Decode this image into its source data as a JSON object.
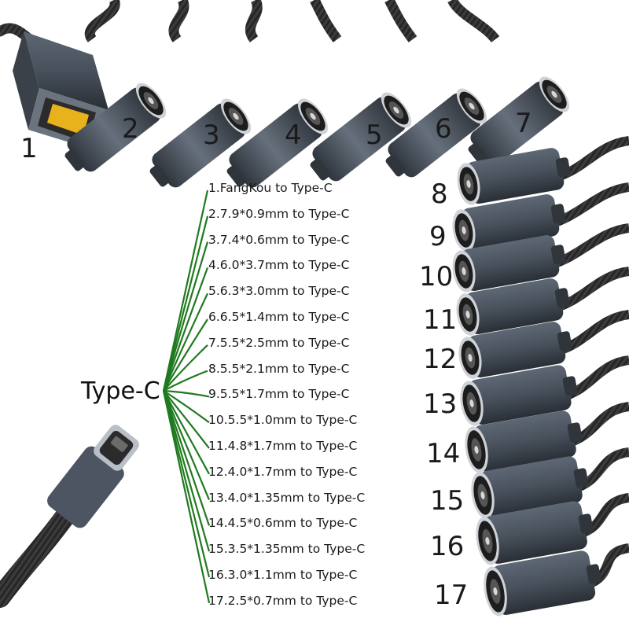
{
  "hub_label": "Type-C",
  "top_numbers": [
    "1",
    "2",
    "3",
    "4",
    "5",
    "6",
    "7"
  ],
  "right_numbers": [
    "8",
    "9",
    "10",
    "11",
    "12",
    "13",
    "14",
    "15",
    "16",
    "17"
  ],
  "adapters": [
    "1.FangKou to Type-C",
    "2.7.9*0.9mm to Type-C",
    "3.7.4*0.6mm to Type-C",
    "4.6.0*3.7mm to Type-C",
    "5.6.3*3.0mm to Type-C",
    "6.6.5*1.4mm to Type-C",
    "7.5.5*2.5mm to Type-C",
    "8.5.5*2.1mm to Type-C",
    "9.5.5*1.7mm to Type-C",
    "10.5.5*1.0mm to Type-C",
    "11.4.8*1.7mm to Type-C",
    "12.4.0*1.7mm to Type-C",
    "13.4.0*1.35mm to Type-C",
    "14.4.5*0.6mm to Type-C",
    "15.3.5*1.35mm to Type-C",
    "16.3.0*1.1mm to Type-C",
    "17.2.5*0.7mm to Type-C"
  ],
  "colors": {
    "connector_line": "#1f7a1f",
    "barrel_body": "#4a5360",
    "cable": "#2a2a2a",
    "tip_yellow": "#e7b21c"
  }
}
